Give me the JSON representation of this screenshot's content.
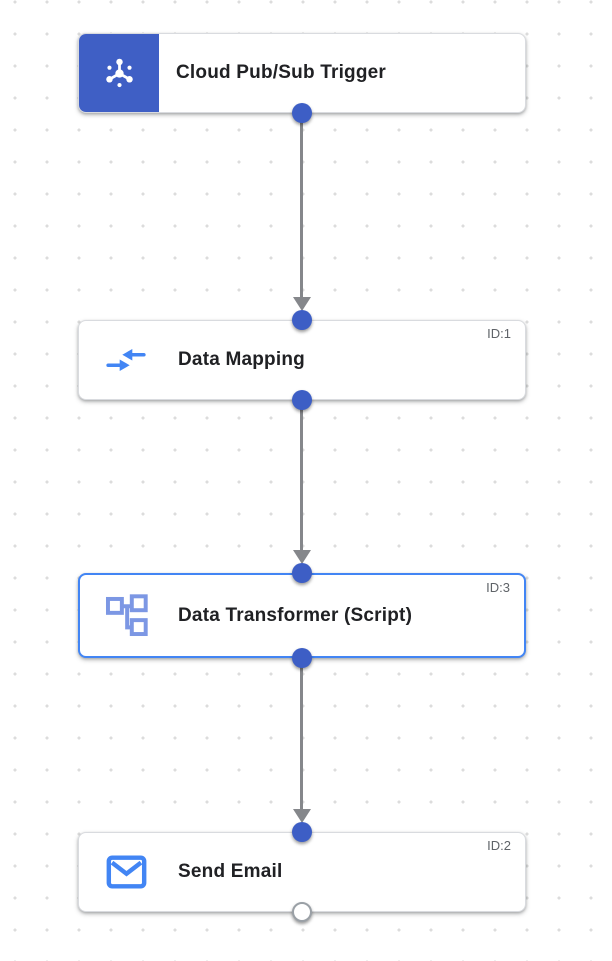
{
  "workflow": {
    "canvas_description": "integration workflow canvas with dot grid",
    "nodes": [
      {
        "title": "Cloud Pub/Sub Trigger",
        "id_label": "",
        "icon": "pubsub-trigger-icon",
        "type": "trigger",
        "selected": false,
        "ports": {
          "top": "none",
          "bottom": "filled"
        }
      },
      {
        "title": "Data Mapping",
        "id_label": "ID:1",
        "icon": "data-mapping-icon",
        "type": "task",
        "selected": false,
        "ports": {
          "top": "filled",
          "bottom": "filled"
        }
      },
      {
        "title": "Data Transformer (Script)",
        "id_label": "ID:3",
        "icon": "data-transformer-icon",
        "type": "task",
        "selected": true,
        "ports": {
          "top": "filled",
          "bottom": "filled"
        }
      },
      {
        "title": "Send Email",
        "id_label": "ID:2",
        "icon": "send-email-icon",
        "type": "task",
        "selected": false,
        "ports": {
          "top": "filled",
          "bottom": "hollow"
        }
      }
    ],
    "edges": [
      {
        "from": "Cloud Pub/Sub Trigger",
        "to": "Data Mapping"
      },
      {
        "from": "Data Mapping",
        "to": "Data Transformer (Script)"
      },
      {
        "from": "Data Transformer (Script)",
        "to": "Send Email"
      }
    ],
    "colors": {
      "trigger_icon_block": "#3f5fc5",
      "port_fill": "#3d5ec5",
      "hollow_port_border": "#9aa0a6",
      "selected_border": "#4285f4",
      "task_icon_blue": "#4285f4",
      "transformer_icon_blue": "#7c97e4",
      "edge_gray": "#85878b",
      "title_text": "#202124",
      "id_text": "#5f6368",
      "node_border": "#d9dbdf",
      "grid_dot": "#dcdcdc"
    }
  }
}
